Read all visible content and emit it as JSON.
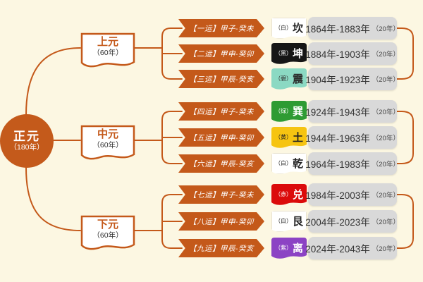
{
  "root": {
    "title": "正元",
    "subtitle": "（180年）"
  },
  "branches": [
    {
      "title": "上元",
      "subtitle": "（60年）"
    },
    {
      "title": "中元",
      "subtitle": "（60年）"
    },
    {
      "title": "下元",
      "subtitle": "（60年）"
    }
  ],
  "rows": [
    {
      "label": "【一运】甲子-癸未",
      "badge_small": "（白）",
      "badge_char": "坎",
      "badge_style": "background:#ffffff;color:#222222;box-shadow:inset 0 0 0 1px #e8e2d0;",
      "years": "1864年-1883年",
      "duration": "（20年）"
    },
    {
      "label": "【二运】甲申-癸卯",
      "badge_small": "（黑）",
      "badge_char": "坤",
      "badge_style": "background:#161616;color:#ffffff;",
      "years": "1884年-1903年",
      "duration": "（20年）"
    },
    {
      "label": "【三运】甲辰-癸亥",
      "badge_small": "（碧）",
      "badge_char": "震",
      "badge_style": "background:#8BD9C3;color:#2b2b2b;",
      "years": "1904年-1923年",
      "duration": "（20年）"
    },
    {
      "label": "【四运】甲子-癸未",
      "badge_small": "（绿）",
      "badge_char": "巽",
      "badge_style": "background:#2E9B33;color:#ffffff;",
      "years": "1924年-1943年",
      "duration": "（20年）"
    },
    {
      "label": "【五运】甲申-癸卯",
      "badge_small": "（黄）",
      "badge_char": "土",
      "badge_style": "background:#F6C411;color:#222222;",
      "years": "1944年-1963年",
      "duration": "（20年）"
    },
    {
      "label": "【六运】甲辰-癸亥",
      "badge_small": "（白）",
      "badge_char": "乾",
      "badge_style": "background:#ffffff;color:#222222;box-shadow:inset 0 0 0 1px #e8e2d0;",
      "years": "1964年-1983年",
      "duration": "（20年）"
    },
    {
      "label": "【七运】甲子-癸未",
      "badge_small": "（赤）",
      "badge_char": "兑",
      "badge_style": "background:#DB0B0B;color:#ffffff;",
      "years": "1984年-2003年",
      "duration": "（20年）"
    },
    {
      "label": "【八运】甲申-癸卯",
      "badge_small": "（白）",
      "badge_char": "艮",
      "badge_style": "background:#ffffff;color:#222222;box-shadow:inset 0 0 0 1px #e8e2d0;",
      "years": "2004年-2023年",
      "duration": "（20年）"
    },
    {
      "label": "【九运】甲辰-癸亥",
      "badge_small": "（紫）",
      "badge_char": "离",
      "badge_style": "background:#8C43C4;color:#ffffff;",
      "years": "2024年-2043年",
      "duration": "（20年）"
    }
  ],
  "colors": {
    "accent_orange": "#C4591A",
    "background_cream": "#FCF7E2",
    "year_box_gray": "#D9D9D9",
    "badge_white": "#FFFFFF",
    "badge_black": "#161616",
    "badge_teal": "#8BD9C3",
    "badge_green": "#2E9B33",
    "badge_yellow": "#F6C411",
    "badge_red": "#DB0B0B",
    "badge_purple": "#8C43C4"
  }
}
